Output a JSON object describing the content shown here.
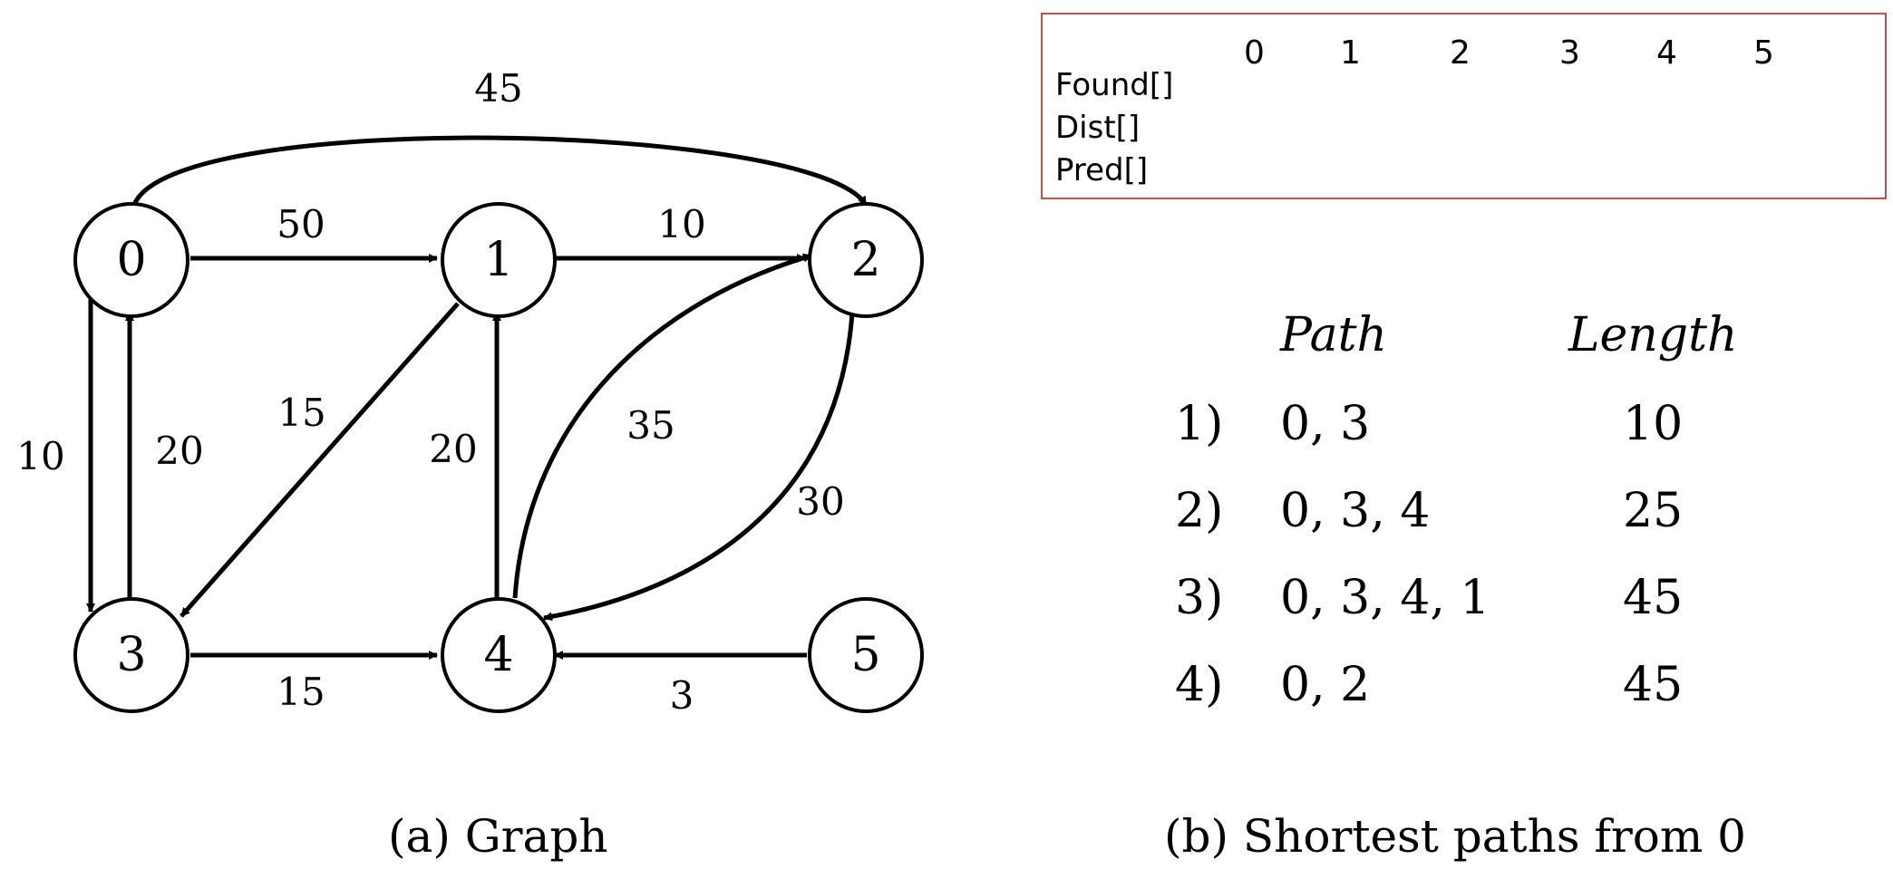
{
  "graph": {
    "nodes": [
      {
        "id": "0",
        "label": "0"
      },
      {
        "id": "1",
        "label": "1"
      },
      {
        "id": "2",
        "label": "2"
      },
      {
        "id": "3",
        "label": "3"
      },
      {
        "id": "4",
        "label": "4"
      },
      {
        "id": "5",
        "label": "5"
      }
    ],
    "edges": [
      {
        "from": "0",
        "to": "1",
        "weight": "50"
      },
      {
        "from": "1",
        "to": "2",
        "weight": "10"
      },
      {
        "from": "0",
        "to": "2",
        "weight": "45"
      },
      {
        "from": "0",
        "to": "3",
        "weight": "10"
      },
      {
        "from": "3",
        "to": "0",
        "weight": "20"
      },
      {
        "from": "1",
        "to": "3",
        "weight": "15"
      },
      {
        "from": "4",
        "to": "1",
        "weight": "20"
      },
      {
        "from": "4",
        "to": "2",
        "weight": "35"
      },
      {
        "from": "2",
        "to": "4",
        "weight": "30"
      },
      {
        "from": "3",
        "to": "4",
        "weight": "15"
      },
      {
        "from": "5",
        "to": "4",
        "weight": "3"
      }
    ]
  },
  "captions": {
    "graph": "(a) Graph",
    "paths": "(b) Shortest paths from 0"
  },
  "state_table": {
    "indices": [
      "0",
      "1",
      "2",
      "3",
      "4",
      "5"
    ],
    "rows": [
      "Found[]",
      "Dist[]",
      "Pred[]"
    ]
  },
  "paths_table": {
    "headers": {
      "path": "Path",
      "length": "Length"
    },
    "rows": [
      {
        "num": "1)",
        "path": "0, 3",
        "length": "10"
      },
      {
        "num": "2)",
        "path": "0, 3, 4",
        "length": "25"
      },
      {
        "num": "3)",
        "path": "0, 3, 4, 1",
        "length": "45"
      },
      {
        "num": "4)",
        "path": "0, 2",
        "length": "45"
      }
    ]
  }
}
